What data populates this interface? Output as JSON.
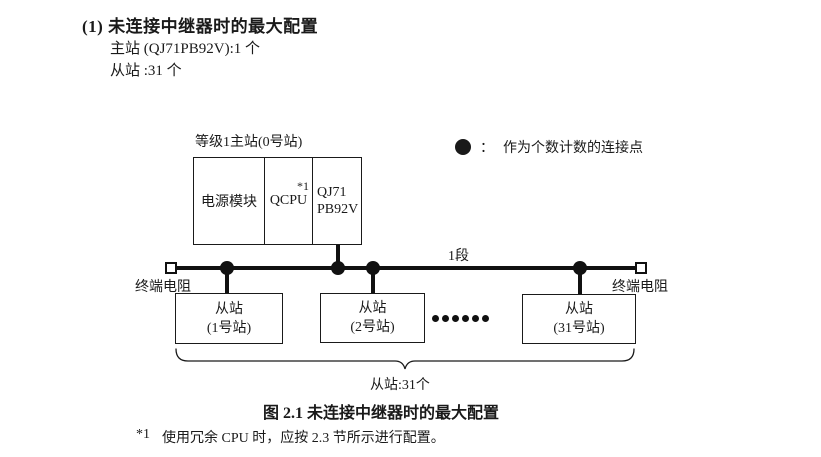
{
  "header": {
    "title": "(1) 未连接中继器时的最大配置",
    "master_spec": "主站 (QJ71PB92V):1 个",
    "slave_spec": "从站 :31 个"
  },
  "legend": {
    "dot_icon": "filled-circle",
    "separator": "：",
    "label": "作为个数计数的连接点"
  },
  "master": {
    "label": "等级1主站(0号站)",
    "modules": {
      "power": "电源模块",
      "cpu": "QCPU",
      "cpu_note": "*1",
      "pb92v_line1": "QJ71",
      "pb92v_line2": "PB92V"
    }
  },
  "bus": {
    "segment_label": "1段",
    "terminator_label_left": "终端电阻",
    "terminator_label_right": "终端电阻"
  },
  "slaves": [
    {
      "name": "从站",
      "station": "(1号站)"
    },
    {
      "name": "从站",
      "station": "(2号站)"
    },
    {
      "name": "从站",
      "station": "(31号站)"
    }
  ],
  "summary": {
    "brace_label": "从站:31个"
  },
  "caption": "图 2.1 未连接中继器时的最大配置",
  "footnote": {
    "marker": "*1",
    "text": "使用冗余 CPU 时，应按 2.3 节所示进行配置。"
  },
  "colors": {
    "ink": "#1a1a1a",
    "paper": "#ffffff"
  }
}
